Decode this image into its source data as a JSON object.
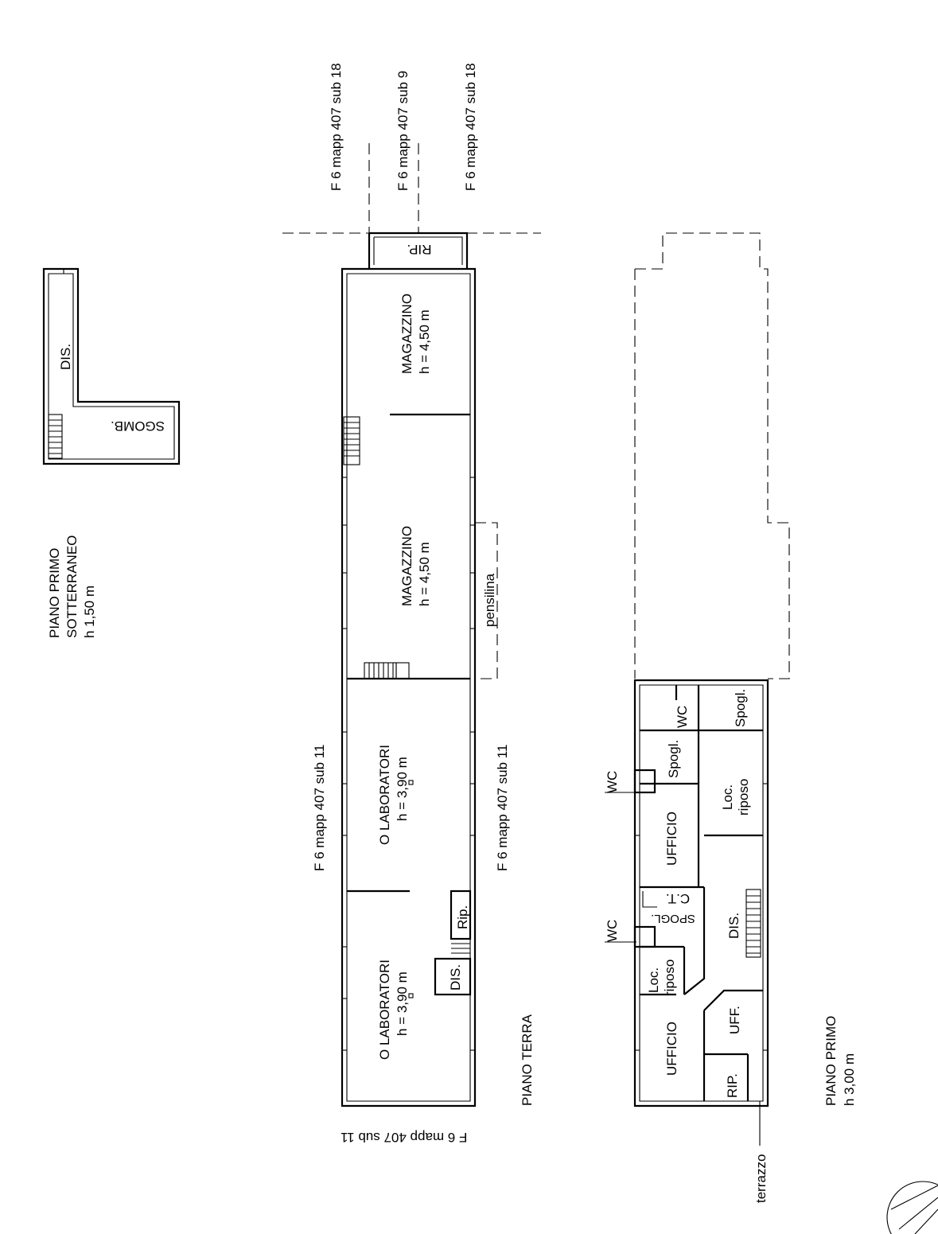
{
  "floor_labels": {
    "sotterraneo": [
      "PIANO PRIMO",
      "SOTTERRANEO",
      "h 1,50 m"
    ],
    "terra": "PIANO TERRA",
    "primo": [
      "PIANO PRIMO",
      "h 3,00 m"
    ]
  },
  "cadastral_refs": {
    "top_left": "F 6 mapp 407 sub 18",
    "top_mid": "F 6 mapp 407 sub 9",
    "top_right": "F 6 mapp 407 sub 18",
    "left": "F 6 mapp 407 sub 11",
    "right": "F 6 mapp 407 sub 11",
    "bottom": "F 6 mapp 407 sub 11"
  },
  "rooms": {
    "dis_basement": "DIS.",
    "sgomb": "SGOMB.",
    "rip_top": "RIP.",
    "magazzino_1": "MAGAZZINO",
    "magazzino_1_h": "h = 4,50 m",
    "magazzino_2": "MAGAZZINO",
    "magazzino_2_h": "h = 4,50 m",
    "pensilina": "pensilina",
    "laboratori_1": "O  LABORATORI",
    "laboratori_1_h": "h = 3,90 m",
    "laboratori_2": "O  LABORATORI",
    "laboratori_2_h": "h = 3,90 m",
    "rip_ground": "Rip.",
    "dis_ground": "DIS.",
    "wc_a": "WC",
    "spogl_a": "Spogl.",
    "spogl_b": "Spogl.",
    "loc_riposo_a": [
      "Loc.",
      "riposo"
    ],
    "wc_ext_a": "WC",
    "ufficio_a": "UFFICIO",
    "ct": "C.T.",
    "spogl_c": "SPOGL.",
    "dis_first": "DIS.",
    "wc_ext_b": "WC",
    "loc_riposo_b": [
      "Loc.",
      "riposo"
    ],
    "uff": "UFF.",
    "ufficio_b": "UFFICIO",
    "rip_first": "RIP.",
    "terrazzo": "terrazzo"
  }
}
